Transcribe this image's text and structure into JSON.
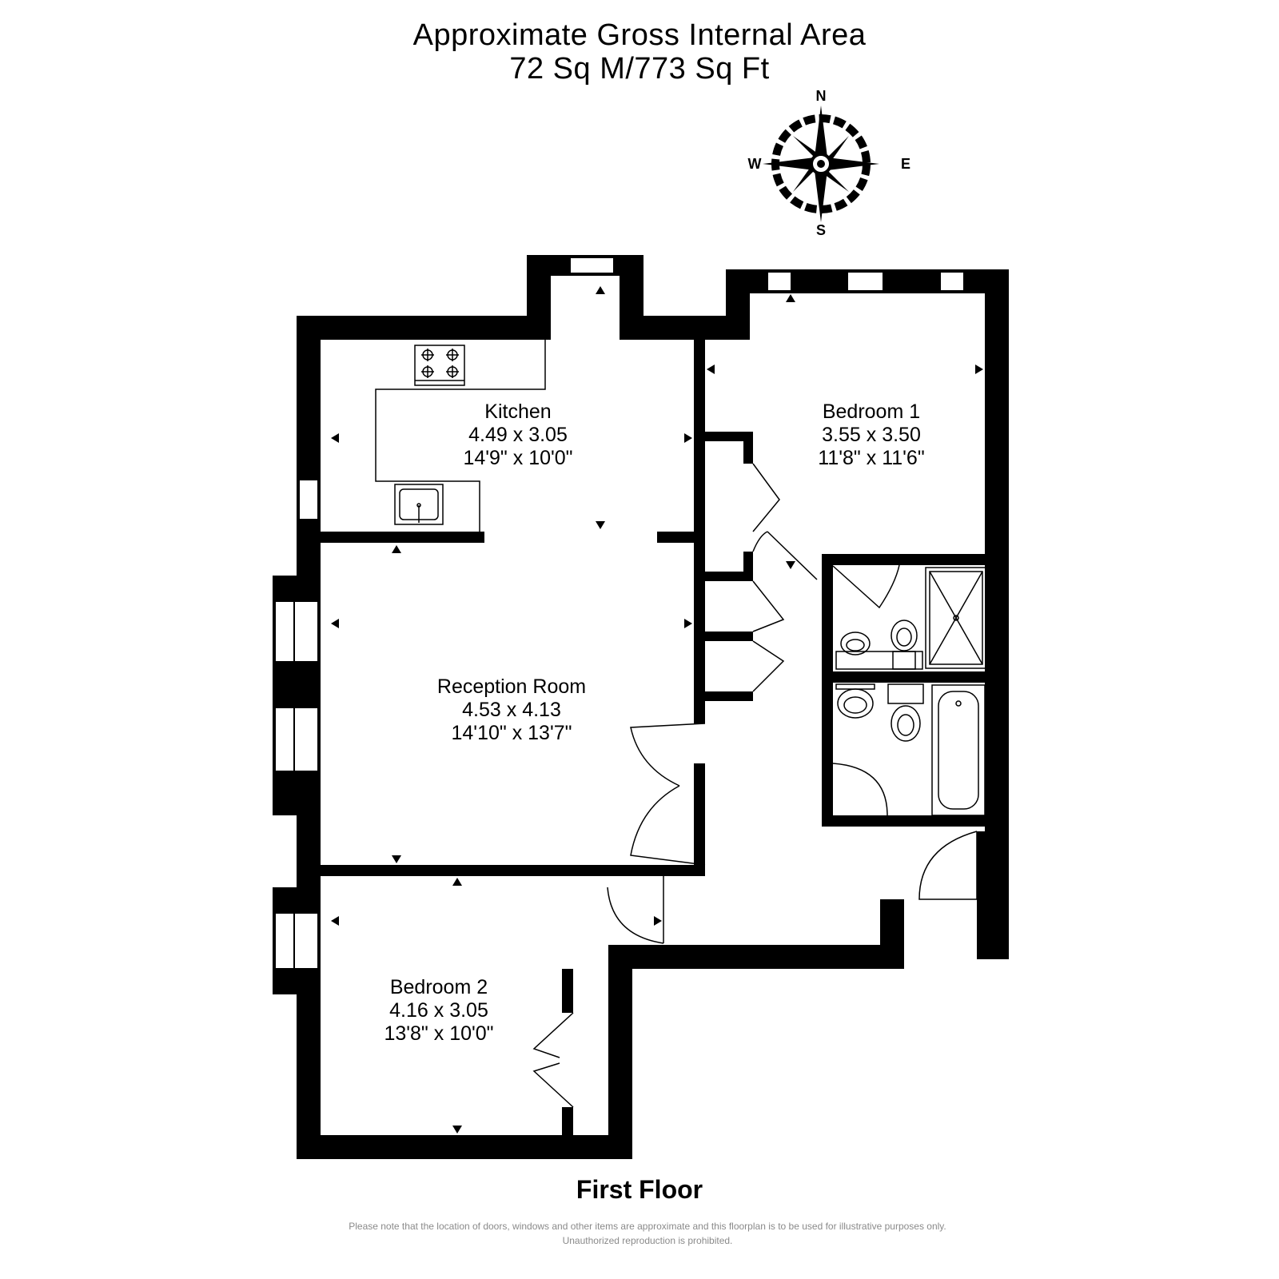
{
  "header": {
    "line1": "Approximate Gross Internal Area",
    "line2": "72 Sq M/773 Sq Ft"
  },
  "compass": {
    "n": "N",
    "e": "E",
    "s": "S",
    "w": "W"
  },
  "rooms": {
    "kitchen": {
      "name": "Kitchen",
      "metric": "4.49 x 3.05",
      "imperial": "14'9\" x 10'0\""
    },
    "bedroom1": {
      "name": "Bedroom 1",
      "metric": "3.55 x 3.50",
      "imperial": "11'8\" x 11'6\""
    },
    "reception": {
      "name": "Reception Room",
      "metric": "4.53 x 4.13",
      "imperial": "14'10\" x 13'7\""
    },
    "bedroom2": {
      "name": "Bedroom 2",
      "metric": "4.16 x 3.05",
      "imperial": "13'8\" x 10'0\""
    }
  },
  "footer": {
    "floor": "First Floor",
    "disclaimer": "Please note that the location of doors, windows and other items are approximate and this floorplan is to be used for illustrative purposes only. Unauthorized reproduction is prohibited."
  },
  "colors": {
    "wall": "#000000",
    "background": "#ffffff",
    "disclaimer": "#8a8a8a"
  }
}
